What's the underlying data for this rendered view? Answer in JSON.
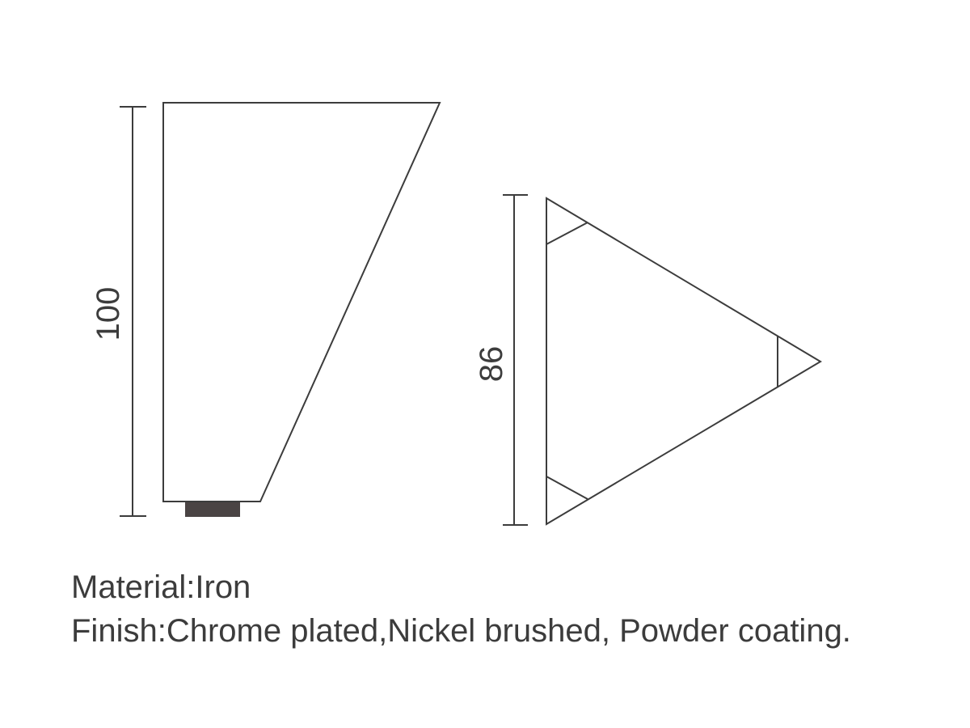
{
  "drawing": {
    "stroke_color": "#3c3c3c",
    "foot_color": "#4a4444",
    "side_view": {
      "height_label": "100"
    },
    "top_view": {
      "height_label": "86"
    }
  },
  "specs": {
    "material": "Material:Iron",
    "finish": "Finish:Chrome plated,Nickel brushed, Powder coating."
  }
}
